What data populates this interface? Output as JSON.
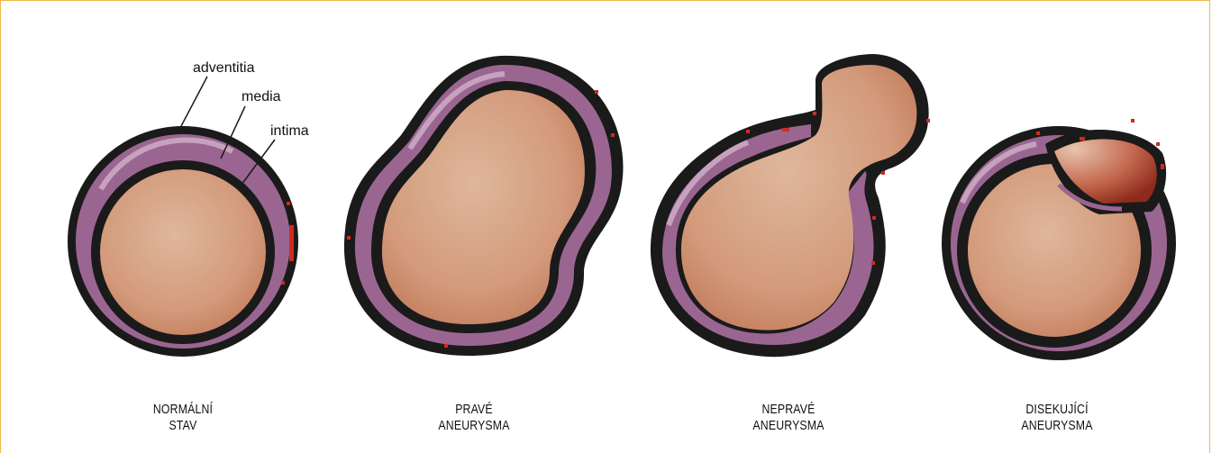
{
  "diagram": {
    "labels": {
      "adventitia": "adventitia",
      "media": "media",
      "intima": "intima"
    },
    "panels": [
      {
        "id": "normal",
        "caption_line1": "NORMÁLNÍ",
        "caption_line2": "STAV"
      },
      {
        "id": "true-aneurysm",
        "caption_line1": "PRAVÉ",
        "caption_line2": "ANEURYSMA"
      },
      {
        "id": "false-aneurysm",
        "caption_line1": "NEPRAVÉ",
        "caption_line2": "ANEURYSMA"
      },
      {
        "id": "dissecting-aneurysm",
        "caption_line1": "DISEKUJÍCÍ",
        "caption_line2": "ANEURYSMA"
      }
    ],
    "colors": {
      "wall": "#9a6691",
      "wall_highlight": "#c7a2bf",
      "outline": "#1a1a1a",
      "lumen_center": "#ddb194",
      "lumen_edge": "#c98160",
      "blood_red": "#d12a1e",
      "dissection_dark": "#9c3223",
      "frame": "#f2b74a"
    }
  }
}
